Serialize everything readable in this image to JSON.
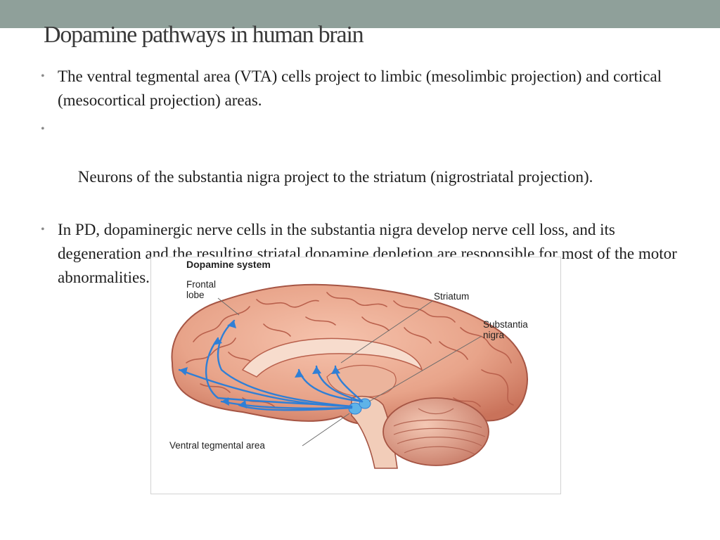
{
  "slide": {
    "title": "Dopamine pathways in human brain",
    "bullets": [
      "The ventral tegmental area (VTA) cells project to limbic (mesolimbic projection) and cortical (mesocortical projection) areas.",
      " Neurons of the substantia nigra project to the striatum (nigrostriatal projection).",
      "In PD, dopaminergic nerve cells in the substantia nigra develop nerve cell loss, and its degeneration and the resulting striatal dopamine depletion are responsible for most of the motor abnormalities."
    ],
    "bullet_symbol": "•"
  },
  "figure": {
    "title": "Dopamine system",
    "labels": {
      "frontal_line1": "Frontal",
      "frontal_line2": "lobe",
      "striatum": "Striatum",
      "substantia_line1": "Substantia",
      "substantia_line2": "nigra",
      "vta": "Ventral tegmental area"
    }
  },
  "colors": {
    "top_band": "#8fa09a",
    "brain": "#e8a48a",
    "brain_fold": "#b9604c",
    "pathway": "#2f7fd6",
    "nucleus": "#5fb3e8"
  }
}
